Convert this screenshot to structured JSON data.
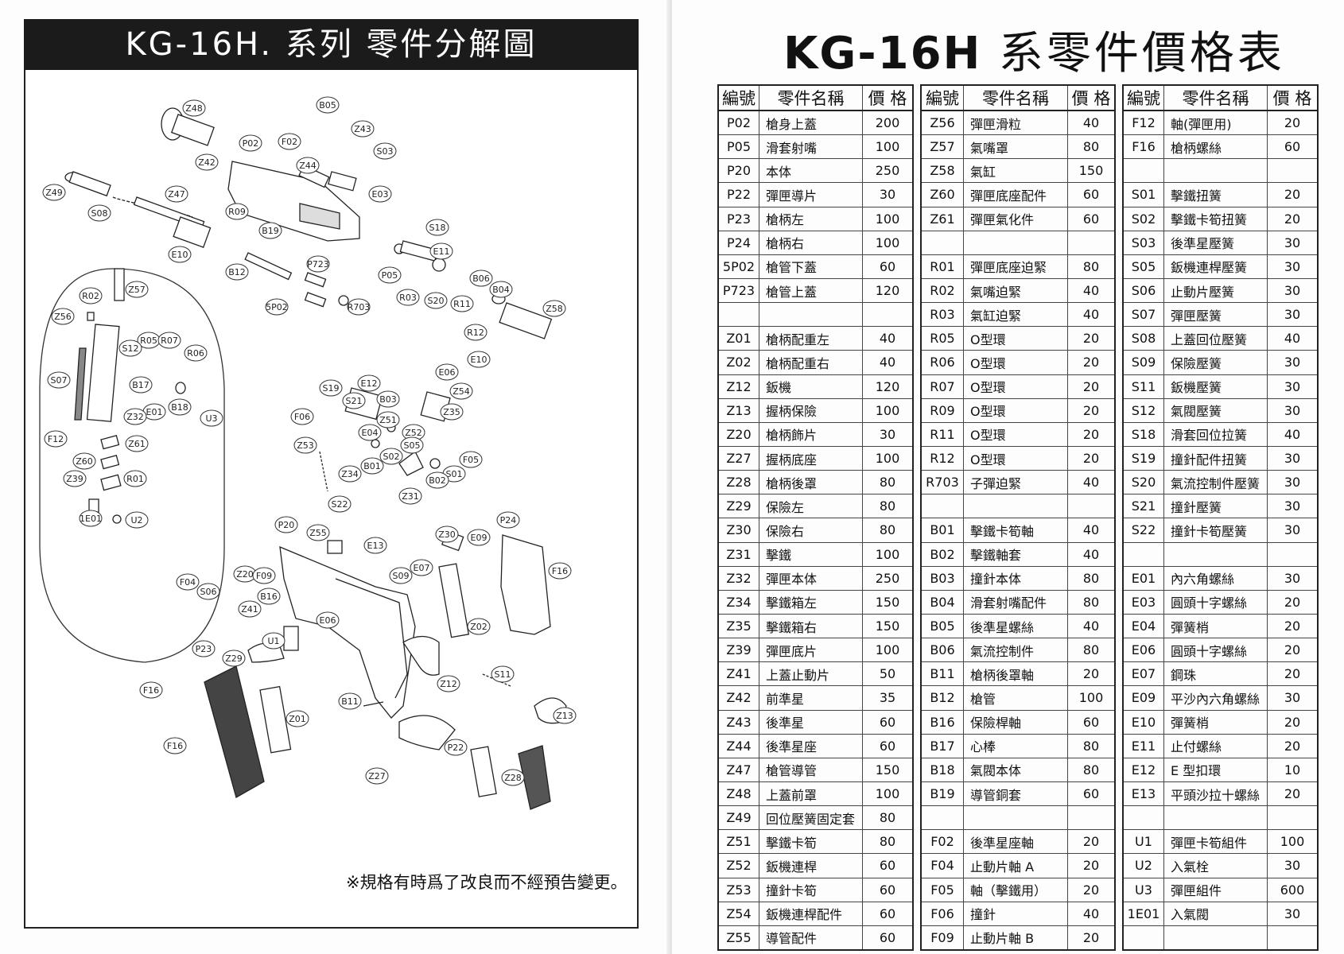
{
  "left_page": {
    "title": "KG-16H. 系列  零件分解圖",
    "note": "※規格有時爲了改良而不經預告變更。",
    "part_labels": [
      "Z48",
      "B05",
      "Z43",
      "P02",
      "F02",
      "S03",
      "Z42",
      "Z44",
      "E03",
      "Z49",
      "Z47",
      "S08",
      "R09",
      "B19",
      "S18",
      "E10",
      "P723",
      "E11",
      "B12",
      "P05",
      "B06",
      "Z57",
      "R02",
      "R03",
      "S20",
      "R11",
      "B04",
      "Z58",
      "Z56",
      "5P02",
      "R703",
      "R12",
      "R05",
      "R07",
      "S12",
      "R06",
      "E10",
      "S07",
      "B17",
      "E01",
      "B18",
      "U3",
      "E06",
      "Z54",
      "S19",
      "E12",
      "S21",
      "B03",
      "Z35",
      "F06",
      "Z51",
      "E04",
      "Z52",
      "Z32",
      "Z53",
      "S05",
      "Z61",
      "F12",
      "F05",
      "B01",
      "S02",
      "Z60",
      "Z34",
      "S01",
      "R01",
      "B02",
      "Z39",
      "Z31",
      "S22",
      "1E01",
      "U2",
      "P20",
      "Z55",
      "Z30",
      "E09",
      "P24",
      "E13",
      "F04",
      "S06",
      "Z20",
      "F09",
      "E07",
      "S09",
      "F16",
      "B16",
      "Z41",
      "E06",
      "Z02",
      "U1",
      "P23",
      "Z29",
      "S11",
      "Z12",
      "F16",
      "B11",
      "Z13",
      "Z01",
      "F16",
      "P22",
      "Z27",
      "Z28"
    ]
  },
  "right_page": {
    "title_main": "KG-16H",
    "title_sub": "系零件價格表",
    "header": {
      "code": "編號",
      "name": "零件名稱",
      "price": "價 格"
    },
    "tables": [
      {
        "rows": [
          {
            "code": "P02",
            "name": "槍身上蓋",
            "price": "200"
          },
          {
            "code": "P05",
            "name": "滑套射嘴",
            "price": "100"
          },
          {
            "code": "P20",
            "name": "本体",
            "price": "250"
          },
          {
            "code": "P22",
            "name": "彈匣導片",
            "price": "30"
          },
          {
            "code": "P23",
            "name": "槍柄左",
            "price": "100"
          },
          {
            "code": "P24",
            "name": "槍柄右",
            "price": "100"
          },
          {
            "code": "5P02",
            "name": "槍管下蓋",
            "price": "60"
          },
          {
            "code": "P723",
            "name": "槍管上蓋",
            "price": "120"
          },
          {
            "code": "",
            "name": "",
            "price": ""
          },
          {
            "code": "Z01",
            "name": "槍柄配重左",
            "price": "40"
          },
          {
            "code": "Z02",
            "name": "槍柄配重右",
            "price": "40"
          },
          {
            "code": "Z12",
            "name": "鈑機",
            "price": "120"
          },
          {
            "code": "Z13",
            "name": "握柄保險",
            "price": "100"
          },
          {
            "code": "Z20",
            "name": "槍柄飾片",
            "price": "30"
          },
          {
            "code": "Z27",
            "name": "握柄底座",
            "price": "100"
          },
          {
            "code": "Z28",
            "name": "槍柄後罩",
            "price": "80"
          },
          {
            "code": "Z29",
            "name": "保險左",
            "price": "80"
          },
          {
            "code": "Z30",
            "name": "保險右",
            "price": "80"
          },
          {
            "code": "Z31",
            "name": "擊鐵",
            "price": "100"
          },
          {
            "code": "Z32",
            "name": "彈匣本体",
            "price": "250"
          },
          {
            "code": "Z34",
            "name": "擊鐵箱左",
            "price": "150"
          },
          {
            "code": "Z35",
            "name": "擊鐵箱右",
            "price": "150"
          },
          {
            "code": "Z39",
            "name": "彈匣底片",
            "price": "100"
          },
          {
            "code": "Z41",
            "name": "上蓋止動片",
            "price": "50"
          },
          {
            "code": "Z42",
            "name": "前準星",
            "price": "35"
          },
          {
            "code": "Z43",
            "name": "後準星",
            "price": "60"
          },
          {
            "code": "Z44",
            "name": "後準星座",
            "price": "60"
          },
          {
            "code": "Z47",
            "name": "槍管導管",
            "price": "150"
          },
          {
            "code": "Z48",
            "name": "上蓋前罩",
            "price": "100"
          },
          {
            "code": "Z49",
            "name": "回位壓簧固定套",
            "price": "80"
          },
          {
            "code": "Z51",
            "name": "擊鐵卡筍",
            "price": "80"
          },
          {
            "code": "Z52",
            "name": "鈑機連桿",
            "price": "60"
          },
          {
            "code": "Z53",
            "name": "撞針卡筍",
            "price": "60"
          },
          {
            "code": "Z54",
            "name": "鈑機連桿配件",
            "price": "60"
          },
          {
            "code": "Z55",
            "name": "導管配件",
            "price": "60"
          }
        ]
      },
      {
        "rows": [
          {
            "code": "Z56",
            "name": "彈匣滑粒",
            "price": "40"
          },
          {
            "code": "Z57",
            "name": "氣嘴罩",
            "price": "80"
          },
          {
            "code": "Z58",
            "name": "氣缸",
            "price": "150"
          },
          {
            "code": "Z60",
            "name": "彈匣底座配件",
            "price": "60"
          },
          {
            "code": "Z61",
            "name": "彈匣氣化件",
            "price": "60"
          },
          {
            "code": "",
            "name": "",
            "price": ""
          },
          {
            "code": "R01",
            "name": "彈匣底座迫緊",
            "price": "80"
          },
          {
            "code": "R02",
            "name": "氣嘴迫緊",
            "price": "40"
          },
          {
            "code": "R03",
            "name": "氣缸迫緊",
            "price": "40"
          },
          {
            "code": "R05",
            "name": "O型環",
            "price": "20"
          },
          {
            "code": "R06",
            "name": "O型環",
            "price": "20"
          },
          {
            "code": "R07",
            "name": "O型環",
            "price": "20"
          },
          {
            "code": "R09",
            "name": "O型環",
            "price": "20"
          },
          {
            "code": "R11",
            "name": "O型環",
            "price": "20"
          },
          {
            "code": "R12",
            "name": "O型環",
            "price": "20"
          },
          {
            "code": "R703",
            "name": "子彈迫緊",
            "price": "40"
          },
          {
            "code": "",
            "name": "",
            "price": ""
          },
          {
            "code": "B01",
            "name": "擊鐵卡筍軸",
            "price": "40"
          },
          {
            "code": "B02",
            "name": "擊鐵軸套",
            "price": "40"
          },
          {
            "code": "B03",
            "name": "撞針本体",
            "price": "80"
          },
          {
            "code": "B04",
            "name": "滑套射嘴配件",
            "price": "80"
          },
          {
            "code": "B05",
            "name": "後準星螺絲",
            "price": "40"
          },
          {
            "code": "B06",
            "name": "氣流控制件",
            "price": "80"
          },
          {
            "code": "B11",
            "name": "槍柄後罩軸",
            "price": "20"
          },
          {
            "code": "B12",
            "name": "槍管",
            "price": "100"
          },
          {
            "code": "B16",
            "name": "保險桿軸",
            "price": "60"
          },
          {
            "code": "B17",
            "name": "心棒",
            "price": "80"
          },
          {
            "code": "B18",
            "name": "氣閥本体",
            "price": "80"
          },
          {
            "code": "B19",
            "name": "導管銅套",
            "price": "60"
          },
          {
            "code": "",
            "name": "",
            "price": ""
          },
          {
            "code": "F02",
            "name": "後準星座軸",
            "price": "20"
          },
          {
            "code": "F04",
            "name": "止動片軸 A",
            "price": "20"
          },
          {
            "code": "F05",
            "name": "軸（擊鐵用）",
            "price": "20"
          },
          {
            "code": "F06",
            "name": "撞針",
            "price": "40"
          },
          {
            "code": "F09",
            "name": "止動片軸 B",
            "price": "20"
          }
        ]
      },
      {
        "rows": [
          {
            "code": "F12",
            "name": "軸(彈匣用)",
            "price": "20"
          },
          {
            "code": "F16",
            "name": "槍柄螺絲",
            "price": "60"
          },
          {
            "code": "",
            "name": "",
            "price": ""
          },
          {
            "code": "S01",
            "name": "擊鐵扭簧",
            "price": "20"
          },
          {
            "code": "S02",
            "name": "擊鐵卡筍扭簧",
            "price": "20"
          },
          {
            "code": "S03",
            "name": "後準星壓簧",
            "price": "30"
          },
          {
            "code": "S05",
            "name": "鈑機連桿壓簧",
            "price": "30"
          },
          {
            "code": "S06",
            "name": "止動片壓簧",
            "price": "30"
          },
          {
            "code": "S07",
            "name": "彈匣壓簧",
            "price": "30"
          },
          {
            "code": "S08",
            "name": "上蓋回位壓簧",
            "price": "40"
          },
          {
            "code": "S09",
            "name": "保險壓簧",
            "price": "30"
          },
          {
            "code": "S11",
            "name": "鈑機壓簧",
            "price": "30"
          },
          {
            "code": "S12",
            "name": "氣閥壓簧",
            "price": "30"
          },
          {
            "code": "S18",
            "name": "滑套回位拉簧",
            "price": "40"
          },
          {
            "code": "S19",
            "name": "撞針配件扭簧",
            "price": "30"
          },
          {
            "code": "S20",
            "name": "氣流控制件壓簧",
            "price": "30"
          },
          {
            "code": "S21",
            "name": "撞針壓簧",
            "price": "30"
          },
          {
            "code": "S22",
            "name": "撞針卡筍壓簧",
            "price": "30"
          },
          {
            "code": "",
            "name": "",
            "price": ""
          },
          {
            "code": "E01",
            "name": "內六角螺絲",
            "price": "30"
          },
          {
            "code": "E03",
            "name": "圓頭十字螺絲",
            "price": "20"
          },
          {
            "code": "E04",
            "name": "彈簧梢",
            "price": "20"
          },
          {
            "code": "E06",
            "name": "圓頭十字螺絲",
            "price": "20"
          },
          {
            "code": "E07",
            "name": "鋼珠",
            "price": "20"
          },
          {
            "code": "E09",
            "name": "平沙內六角螺絲",
            "price": "30"
          },
          {
            "code": "E10",
            "name": "彈簧梢",
            "price": "20"
          },
          {
            "code": "E11",
            "name": "止付螺絲",
            "price": "20"
          },
          {
            "code": "E12",
            "name": "E 型扣環",
            "price": "10"
          },
          {
            "code": "E13",
            "name": "平頭沙拉十螺絲",
            "price": "20"
          },
          {
            "code": "",
            "name": "",
            "price": ""
          },
          {
            "code": "U1",
            "name": "彈匣卡筍組件",
            "price": "100"
          },
          {
            "code": "U2",
            "name": "入氣栓",
            "price": "30"
          },
          {
            "code": "U3",
            "name": "彈匣組件",
            "price": "600"
          },
          {
            "code": "1E01",
            "name": "入氣閥",
            "price": "30"
          },
          {
            "code": "",
            "name": "",
            "price": ""
          }
        ]
      }
    ]
  }
}
